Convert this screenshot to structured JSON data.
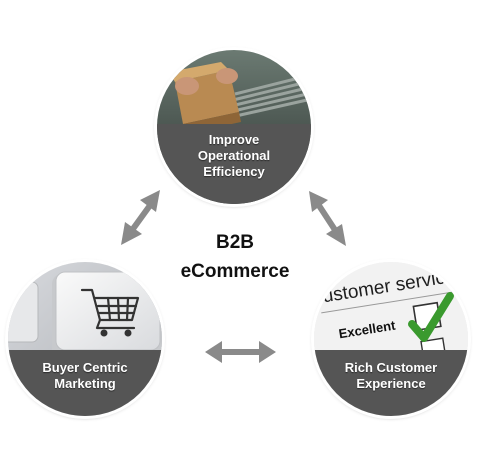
{
  "diagram": {
    "center_title_lines": [
      "B2B",
      "eCommerce"
    ],
    "nodes": [
      {
        "id": "top",
        "label_lines": [
          "Improve",
          "Operational",
          "Efficiency"
        ],
        "image_subject": "hands-holding-cardboard-box-on-conveyor"
      },
      {
        "id": "left",
        "label_lines": [
          "Buyer Centric",
          "Marketing"
        ],
        "image_subject": "keyboard-key-with-shopping-cart-icon"
      },
      {
        "id": "right",
        "label_lines": [
          "Rich Customer",
          "Experience"
        ],
        "image_subject": "customer-service-survey-excellent-checkmark"
      }
    ],
    "survey_text": {
      "heading": "ustomer servic",
      "rating": "Excellent"
    },
    "arrow_color": "#8a8a8a",
    "band_color": "#555555"
  }
}
